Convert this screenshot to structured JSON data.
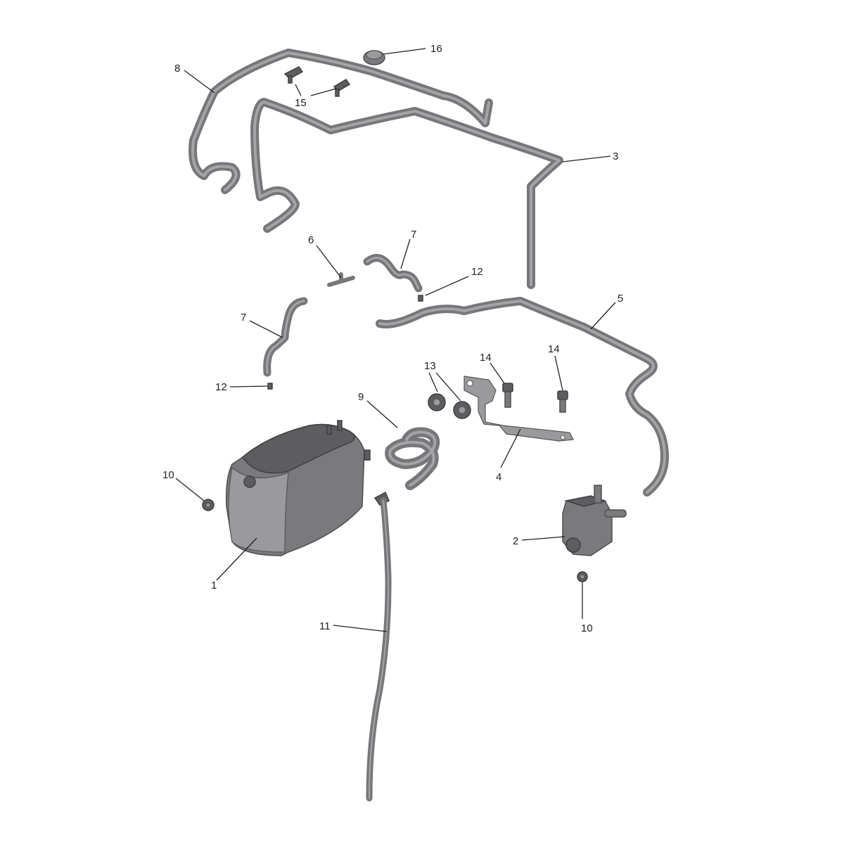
{
  "callouts": [
    {
      "id": "c16",
      "text": "16"
    },
    {
      "id": "c8",
      "text": "8"
    },
    {
      "id": "c15",
      "text": "15"
    },
    {
      "id": "c3",
      "text": "3"
    },
    {
      "id": "c6",
      "text": "6"
    },
    {
      "id": "c7a",
      "text": "7"
    },
    {
      "id": "c12a",
      "text": "12"
    },
    {
      "id": "c5",
      "text": "5"
    },
    {
      "id": "c7b",
      "text": "7"
    },
    {
      "id": "c13",
      "text": "13"
    },
    {
      "id": "c14a",
      "text": "14"
    },
    {
      "id": "c14b",
      "text": "14"
    },
    {
      "id": "c12b",
      "text": "12"
    },
    {
      "id": "c9",
      "text": "9"
    },
    {
      "id": "c10a",
      "text": "10"
    },
    {
      "id": "c4",
      "text": "4"
    },
    {
      "id": "c2",
      "text": "2"
    },
    {
      "id": "c1",
      "text": "1"
    },
    {
      "id": "c10b",
      "text": "10"
    },
    {
      "id": "c11",
      "text": "11"
    }
  ],
  "colors": {
    "background": "#ffffff",
    "part": "#7a7a7d",
    "leader": "#222222"
  }
}
